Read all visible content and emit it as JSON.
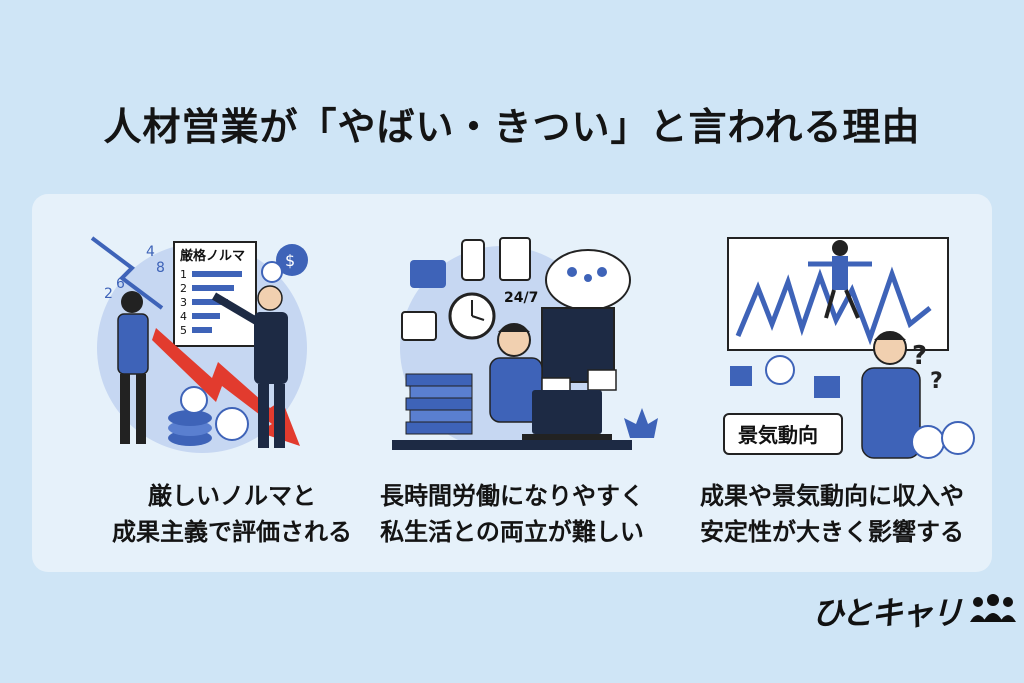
{
  "title": "人材営業が「やばい・きつい」と言われる理由",
  "cards": [
    {
      "caption": [
        "厳しいノルマと",
        "成果主義で評価される"
      ],
      "board_title": "厳格ノルマ",
      "board_list": [
        "1",
        "2",
        "3",
        "4",
        "5"
      ],
      "float_numbers": [
        "4",
        "8",
        "6",
        "2"
      ],
      "icons": [
        "down-trend-arrow-icon",
        "whiteboard-icon",
        "money-bag-icon",
        "coin-stack-icon",
        "manager-figure-icon",
        "salesperson-figure-icon"
      ]
    },
    {
      "caption": [
        "長時間労働になりやすく",
        "私生活との両立が難しい"
      ],
      "clock_label": "24/7",
      "icons": [
        "briefcase-icon",
        "smartphone-icon",
        "checklist-icon",
        "clock-icon",
        "calendar-icon",
        "family-thought-icon",
        "mail-icon",
        "laptop-icon",
        "document-stack-icon",
        "plant-icon",
        "tired-worker-icon"
      ]
    },
    {
      "caption": [
        "成果や景気動向に収入や",
        "安定性が大きく影響する"
      ],
      "sign_label": "景気動向",
      "icons": [
        "volatile-chart-icon",
        "balancing-person-icon",
        "worried-person-icon",
        "question-mark-icon",
        "money-bag-icon"
      ]
    }
  ],
  "logo": {
    "text": "ひとキャリ",
    "icon": "people-icon"
  },
  "colors": {
    "background": "#cfe5f6",
    "panel": "#e6f1fa",
    "accent_blue": "#3e63b8",
    "alert_red": "#e23b2e",
    "text": "#141414"
  }
}
